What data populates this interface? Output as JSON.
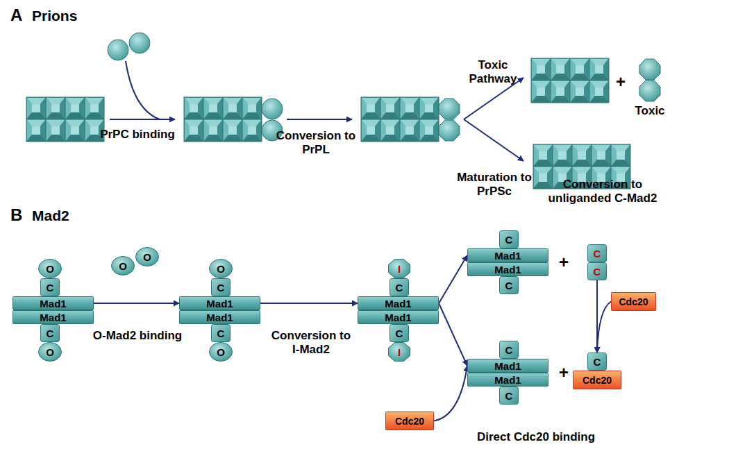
{
  "diagram": {
    "nodes": [
      {
        "text": [
          "O"
        ]
      },
      {
        "text": [
          "C"
        ]
      },
      {
        "text": [
          "Mad1"
        ]
      },
      {
        "text": [
          "Mad1"
        ]
      },
      {
        "text": [
          "C"
        ]
      },
      {
        "text": [
          "O"
        ]
      },
      {
        "text": [
          "O"
        ]
      },
      {
        "text": [
          "O"
        ]
      },
      {
        "text": [
          "O"
        ]
      },
      {
        "text": [
          "C"
        ]
      },
      {
        "text": [
          "Mad1"
        ]
      },
      {
        "text": [
          "Mad1"
        ]
      },
      {
        "text": [
          "C"
        ]
      },
      {
        "text": [
          "O"
        ]
      },
      {
        "text": [
          "I"
        ]
      },
      {
        "text": [
          "C"
        ]
      },
      {
        "text": [
          "Mad1"
        ]
      },
      {
        "text": [
          "Mad1"
        ]
      },
      {
        "text": [
          "C"
        ]
      },
      {
        "text": [
          "I"
        ]
      },
      {
        "text": [
          "C"
        ]
      },
      {
        "text": [
          "Mad1"
        ]
      },
      {
        "text": [
          "Mad1"
        ]
      },
      {
        "text": [
          "C"
        ]
      },
      {
        "text": [
          "C"
        ]
      },
      {
        "text": [
          "C"
        ]
      },
      {
        "text": [
          "Cdc20"
        ]
      },
      {
        "text": [
          "C"
        ]
      },
      {
        "text": [
          "Mad1"
        ]
      },
      {
        "text": [
          "Mad1"
        ]
      },
      {
        "text": [
          "C"
        ]
      },
      {
        "text": [
          "C"
        ]
      },
      {
        "text": [
          "Cdc20"
        ]
      },
      {
        "text": [
          "Cdc20"
        ]
      }
    ],
    "edges": [
      {
        "from": 2,
        "to": 10,
        "arrow": "to"
      },
      {
        "from": 10,
        "to": 16,
        "arrow": "to"
      },
      {
        "from": 16,
        "to": 21,
        "arrow": "to"
      },
      {
        "from": 16,
        "to": 28,
        "arrow": "to"
      },
      {
        "from": 33,
        "to": 28,
        "arrow": "to"
      },
      {
        "from": 25,
        "to": 31,
        "arrow": "to"
      },
      {
        "from": 26,
        "to": 31,
        "arrow": "to"
      }
    ],
    "labels": [
      "A",
      "Prions",
      "PrPC binding",
      "Conversion to PrPL",
      "Toxic Pathway",
      "Maturation to PrPSc",
      "+",
      "Toxic",
      "B",
      "Mad2",
      "O-Mad2 binding",
      "Conversion to I-Mad2",
      "Conversion to unliganded C-Mad2",
      "+",
      "+",
      "Direct Cdc20 binding"
    ]
  }
}
